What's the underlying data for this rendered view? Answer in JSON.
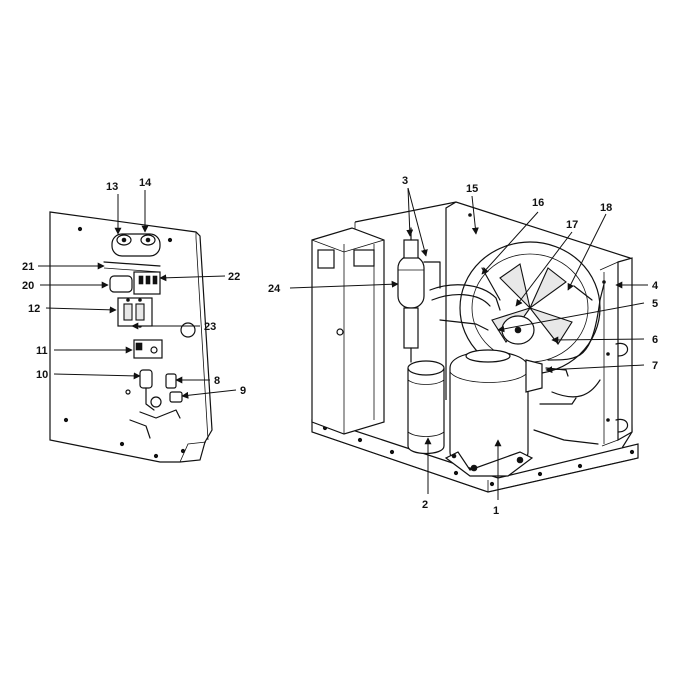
{
  "callouts": {
    "c1": "1",
    "c2": "2",
    "c3": "3",
    "c4": "4",
    "c5": "5",
    "c6": "6",
    "c7": "7",
    "c8": "8",
    "c9": "9",
    "c10": "10",
    "c11": "11",
    "c12": "12",
    "c13": "13",
    "c14": "14",
    "c15": "15",
    "c16": "16",
    "c17": "17",
    "c18": "18",
    "c20": "20",
    "c21": "21",
    "c22": "22",
    "c23": "23",
    "c24": "24"
  }
}
